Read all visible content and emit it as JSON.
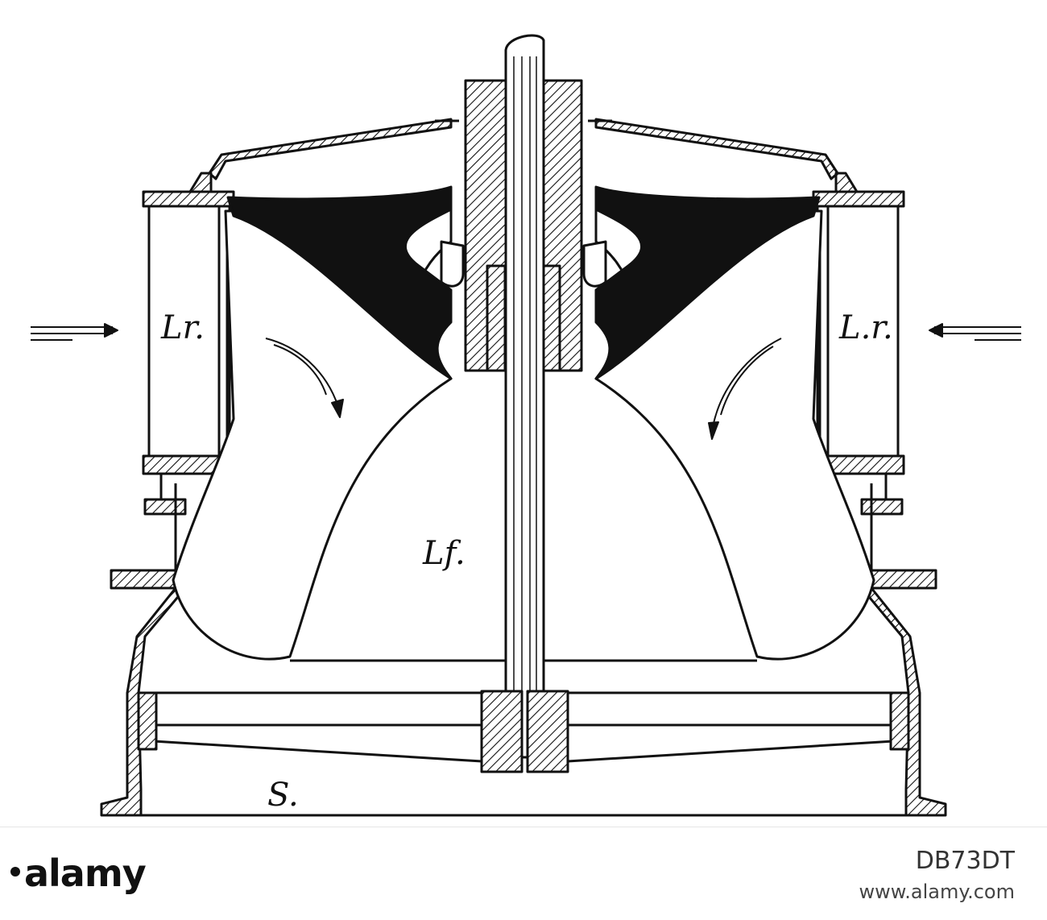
{
  "diagram": {
    "labels": {
      "left_inlet": "Lr.",
      "right_inlet": "L.r.",
      "runner": "Lf.",
      "draft_base": "S."
    }
  },
  "watermark": {
    "logo": "alamy",
    "image_id": "DB73DT",
    "url": "www.alamy.com"
  },
  "colors": {
    "ink": "#111111",
    "paper": "#ffffff"
  }
}
